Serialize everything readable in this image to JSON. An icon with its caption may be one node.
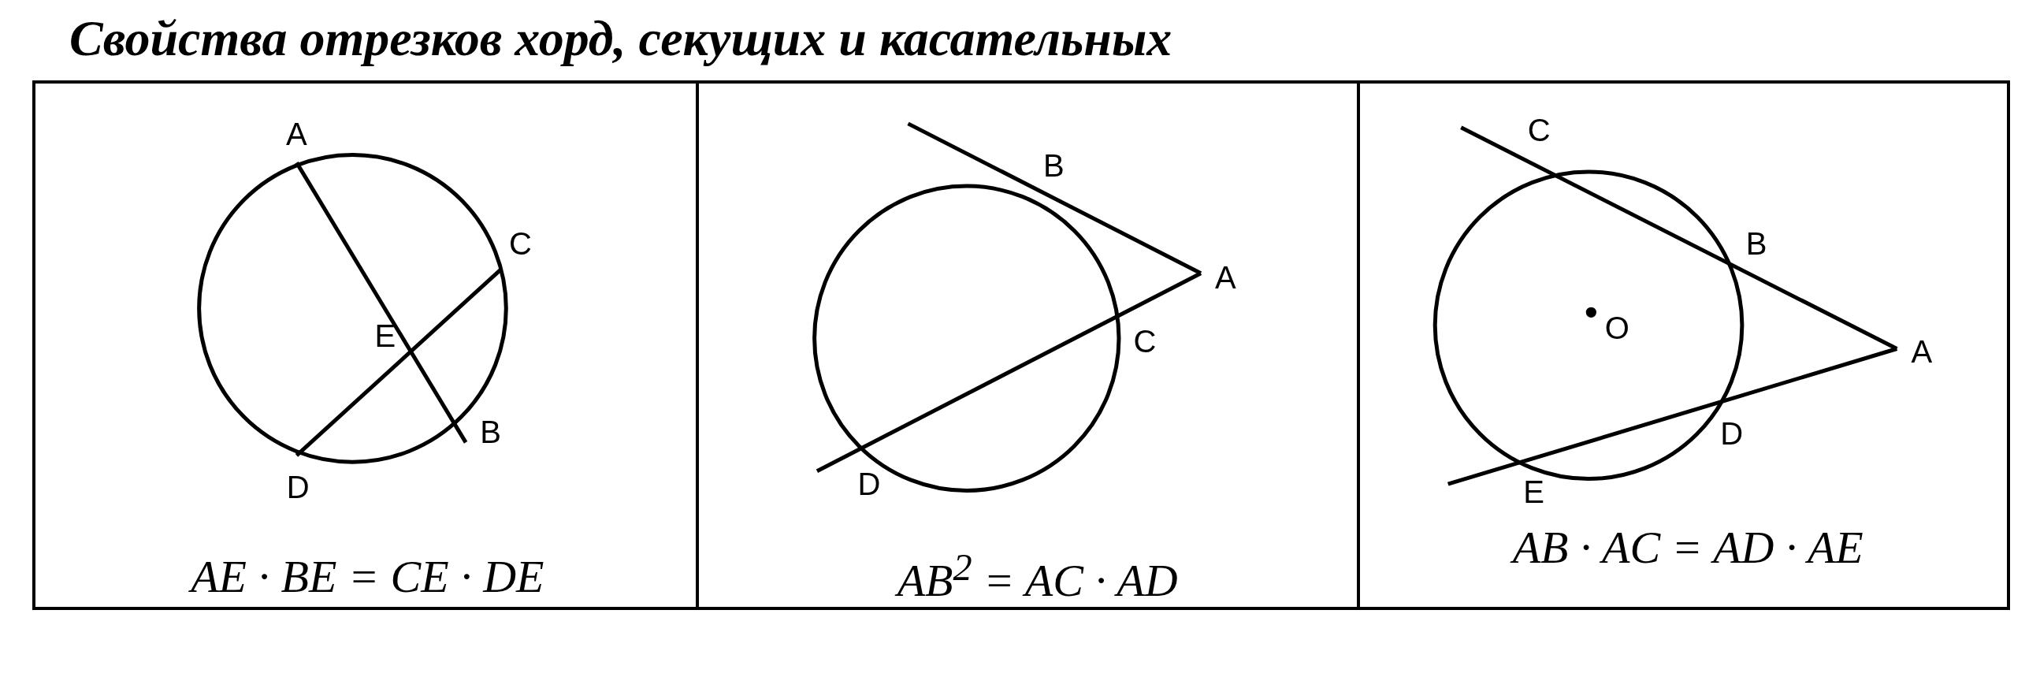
{
  "diagram": {
    "title": "Свойства отрезков хорд, секущих и касательных",
    "nodes": [
      {
        "text": [
          "AE · BE = CE · DE"
        ]
      },
      {
        "text": [
          "AB$^{2}$ = AC · AD"
        ]
      },
      {
        "text": [
          "AB · AC = AD · AE"
        ]
      }
    ],
    "labels": [
      "A",
      "C",
      "E",
      "B",
      "D",
      "B",
      "A",
      "C",
      "D",
      "C",
      "B",
      "O",
      "A",
      "D",
      "E"
    ]
  }
}
